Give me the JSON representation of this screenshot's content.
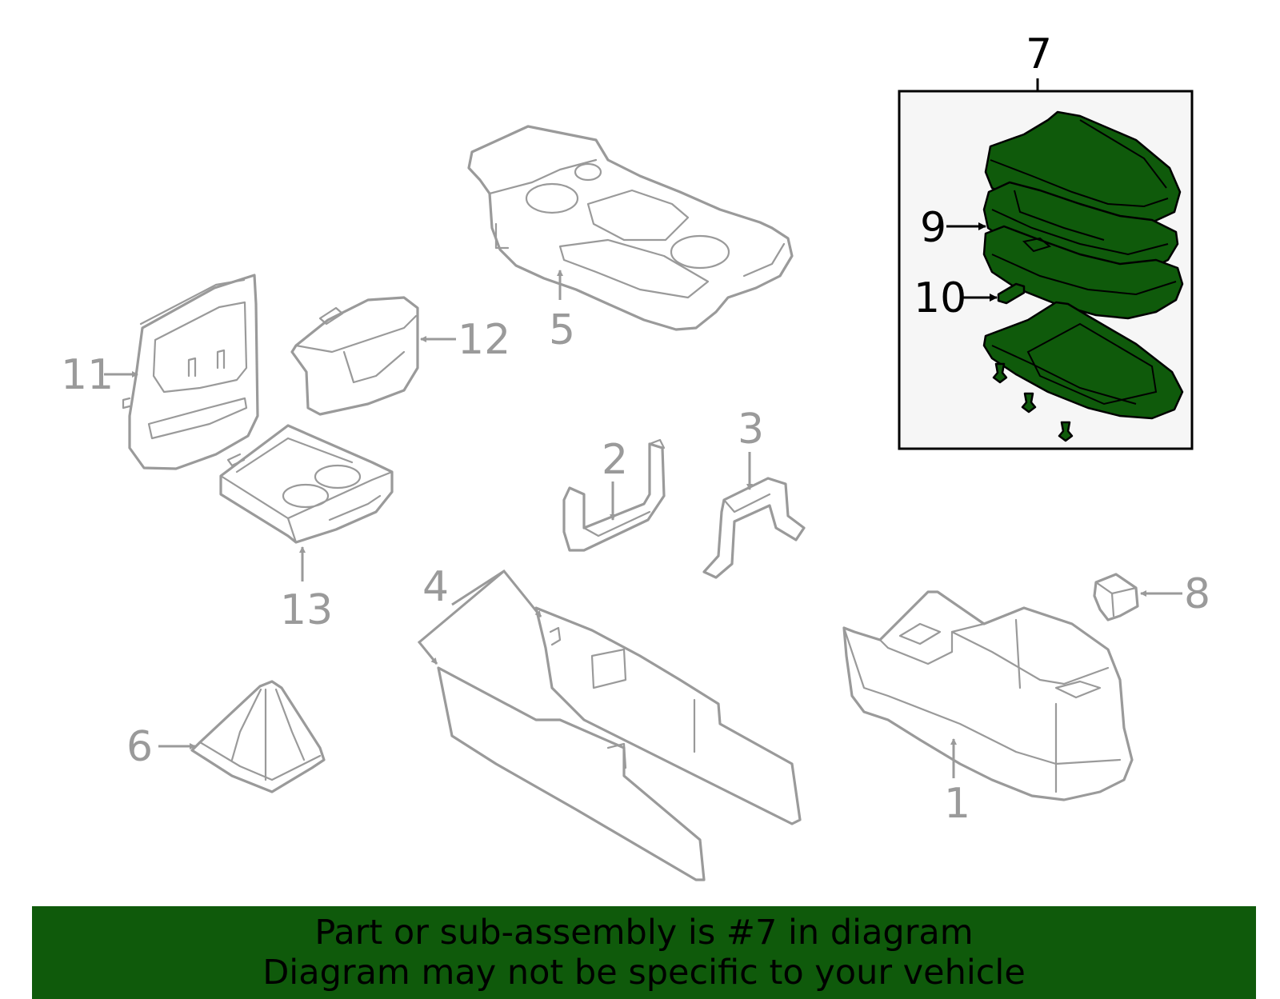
{
  "callouts": {
    "c1": "1",
    "c2": "2",
    "c3": "3",
    "c4": "4",
    "c5": "5",
    "c6": "6",
    "c7": "7",
    "c8": "8",
    "c9": "9",
    "c10": "10",
    "c11": "11",
    "c12": "12",
    "c13": "13"
  },
  "banner": {
    "line1": "Part or sub-assembly is #7 in diagram",
    "line2": "Diagram may not be specific to your vehicle"
  },
  "colors": {
    "highlight": "#0f5a0b",
    "part_outline": "#9a9a9a",
    "inset_background": "#f6f6f6"
  }
}
